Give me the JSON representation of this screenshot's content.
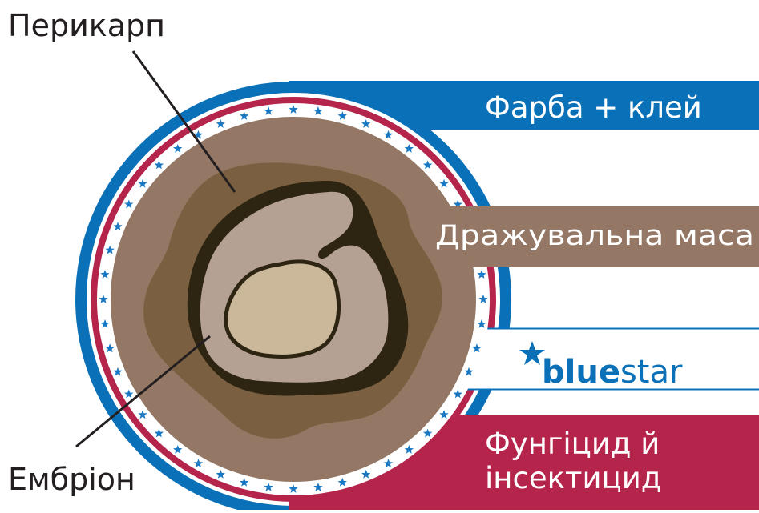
{
  "labels": {
    "pericarp": "Перикарп",
    "embryo": "Ембріон",
    "paint_glue": "Фарба + клей",
    "coating_mass": "Дражувальна маса",
    "fungicide_line1": "Фунгіцид й",
    "fungicide_line2": "інсектицид"
  },
  "brand": {
    "part1": "blue",
    "part2": "star"
  },
  "colors": {
    "blue": "#0a70b8",
    "red": "#b5254b",
    "coating_brown": "#947865",
    "pericarp_brown": "#7a6040",
    "dark_brown": "#2d2412",
    "embryo_gray": "#b5a193",
    "endosperm_tan": "#cbb79a",
    "star_blue": "#1a78c2"
  }
}
